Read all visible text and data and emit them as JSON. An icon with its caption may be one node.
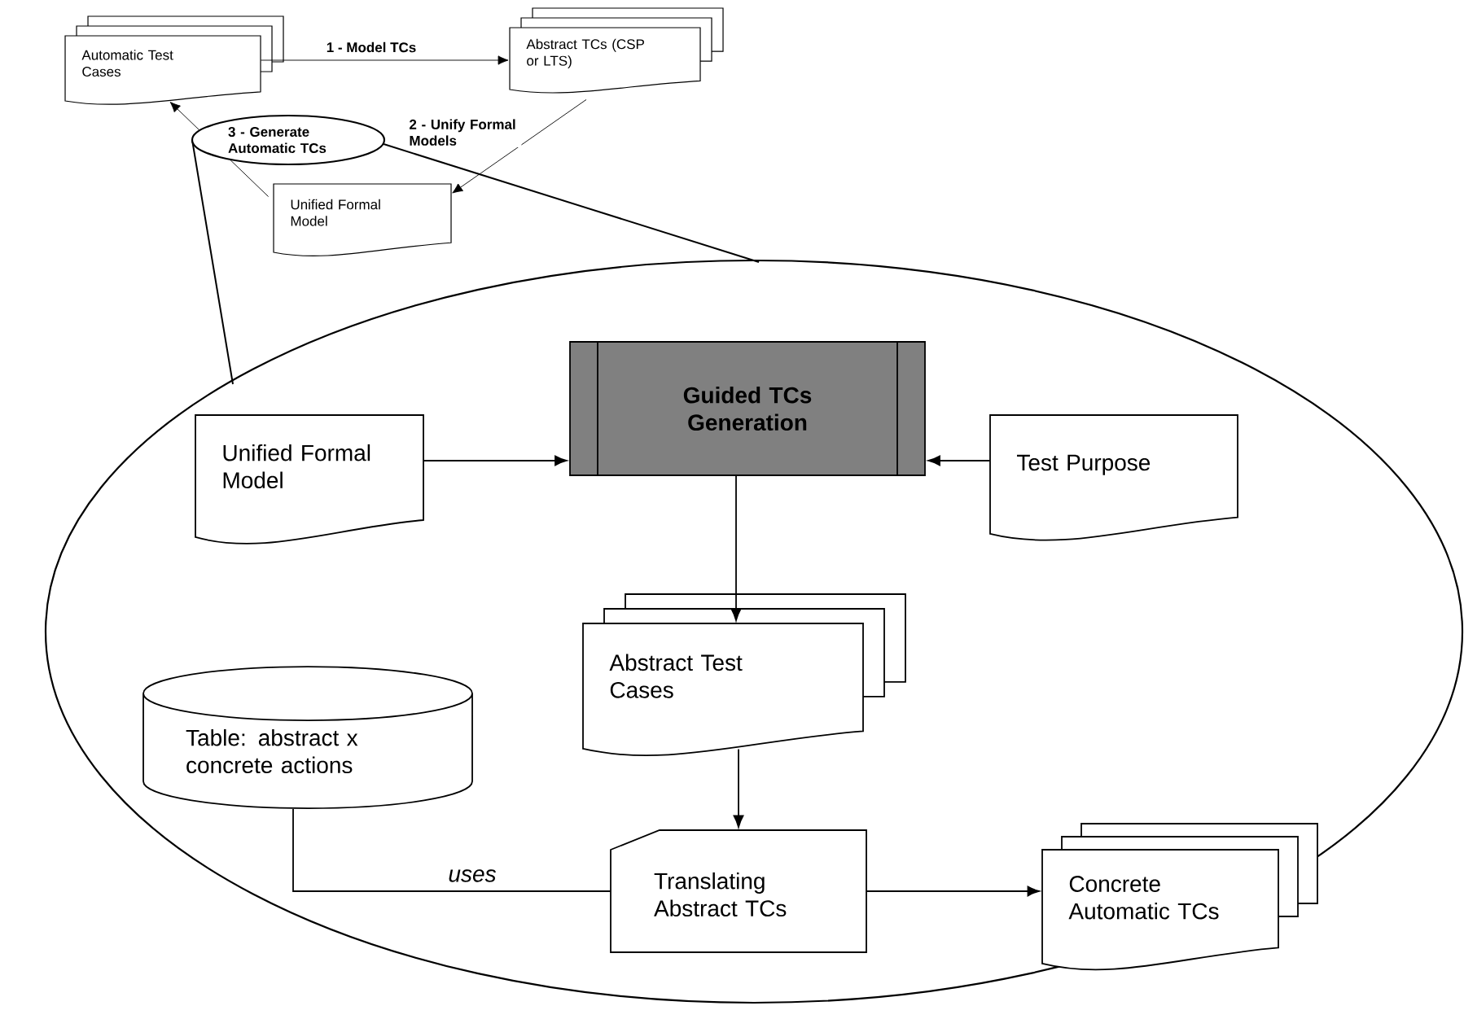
{
  "diagram": {
    "nodes": [
      {
        "text": [
          "Automatic Test Cases"
        ]
      },
      {
        "text": [
          "Abstract TCs (CSP or LTS)"
        ]
      },
      {
        "text": [
          "Unified Formal Model"
        ]
      },
      {
        "text": [],
        "shape": "ellipse"
      },
      {
        "text": [
          "Unified Formal Model"
        ],
        "in": 3
      },
      {
        "text": [
          "Guided TCs Generation"
        ],
        "in": 3
      },
      {
        "text": [
          "Test Purpose"
        ],
        "in": 3
      },
      {
        "text": [
          "Abstract Test Cases"
        ],
        "in": 3
      },
      {
        "text": [
          "Table: abstract x concrete actions"
        ],
        "in": 3
      },
      {
        "text": [
          "Translating Abstract TCs"
        ],
        "in": 3
      },
      {
        "text": [
          "Concrete Automatic TCs"
        ],
        "in": 3
      }
    ],
    "edges": [
      {
        "from": 0,
        "to": 1,
        "arrow": "to",
        "label": "1 - Model TCs"
      },
      {
        "from": 1,
        "to": 2,
        "arrow": "to",
        "label": "2 - Unify Formal Models"
      },
      {
        "from": 2,
        "to": 0,
        "arrow": "to",
        "label": "3 - Generate Automatic TCs"
      },
      {
        "from": 4,
        "to": 5,
        "arrow": "to"
      },
      {
        "from": 6,
        "to": 5,
        "arrow": "to"
      },
      {
        "from": 5,
        "to": 7,
        "arrow": "to"
      },
      {
        "from": 7,
        "to": 9,
        "arrow": "to"
      },
      {
        "from": 8,
        "to": 9,
        "arrow": "none",
        "label": "uses"
      },
      {
        "from": 9,
        "to": 10,
        "arrow": "to"
      }
    ]
  }
}
